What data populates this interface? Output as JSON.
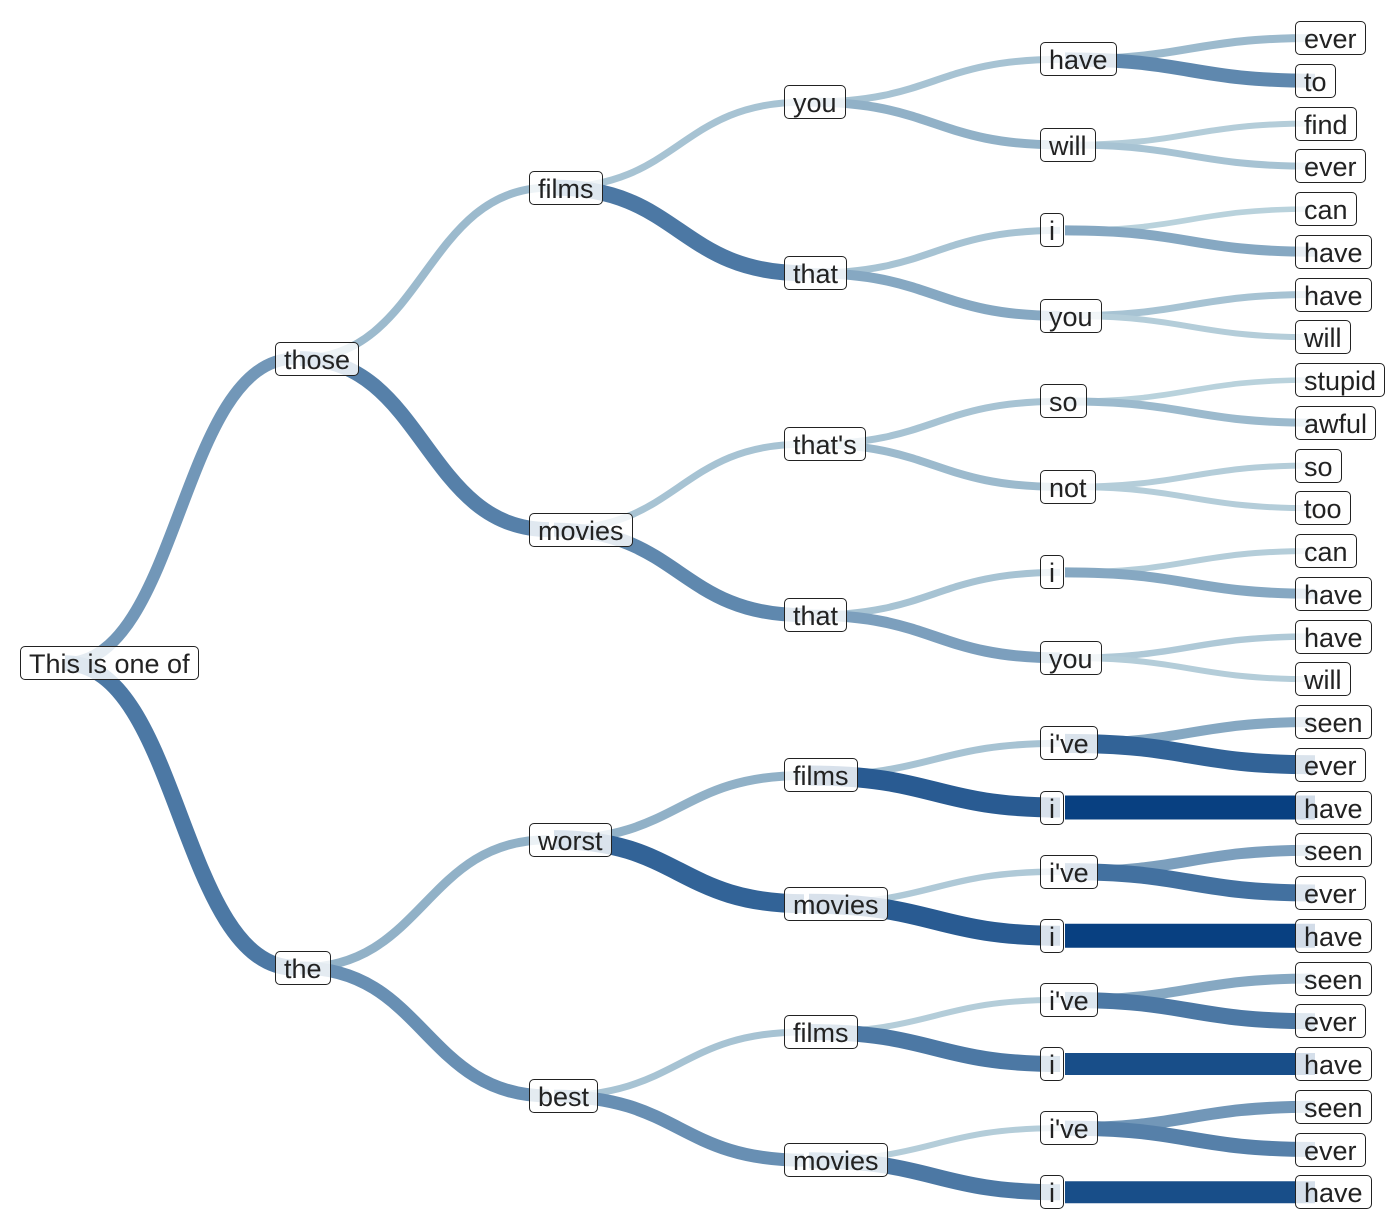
{
  "colors": {
    "low": "#d4e8ea",
    "high": "#084081",
    "text": "#222222"
  },
  "tree": {
    "label": "This is one of",
    "children": [
      {
        "label": "those",
        "w": 0.4,
        "children": [
          {
            "label": "films",
            "w": 0.2,
            "children": [
              {
                "label": "you",
                "w": 0.15,
                "children": [
                  {
                    "label": "have",
                    "w": 0.15,
                    "children": [
                      {
                        "label": "ever",
                        "w": 0.2
                      },
                      {
                        "label": "to",
                        "w": 0.5
                      }
                    ]
                  },
                  {
                    "label": "will",
                    "w": 0.25,
                    "children": [
                      {
                        "label": "find",
                        "w": 0.1
                      },
                      {
                        "label": "ever",
                        "w": 0.15
                      }
                    ]
                  }
                ]
              },
              {
                "label": "that",
                "w": 0.6,
                "children": [
                  {
                    "label": "i",
                    "w": 0.15,
                    "children": [
                      {
                        "label": "can",
                        "w": 0.08
                      },
                      {
                        "label": "have",
                        "w": 0.3
                      }
                    ]
                  },
                  {
                    "label": "you",
                    "w": 0.3,
                    "children": [
                      {
                        "label": "have",
                        "w": 0.15
                      },
                      {
                        "label": "will",
                        "w": 0.1
                      }
                    ]
                  }
                ]
              }
            ]
          },
          {
            "label": "movies",
            "w": 0.55,
            "children": [
              {
                "label": "that's",
                "w": 0.15,
                "children": [
                  {
                    "label": "so",
                    "w": 0.15,
                    "children": [
                      {
                        "label": "stupid",
                        "w": 0.08
                      },
                      {
                        "label": "awful",
                        "w": 0.2
                      }
                    ]
                  },
                  {
                    "label": "not",
                    "w": 0.2,
                    "children": [
                      {
                        "label": "so",
                        "w": 0.1
                      },
                      {
                        "label": "too",
                        "w": 0.1
                      }
                    ]
                  }
                ]
              },
              {
                "label": "that",
                "w": 0.5,
                "children": [
                  {
                    "label": "i",
                    "w": 0.15,
                    "children": [
                      {
                        "label": "can",
                        "w": 0.1
                      },
                      {
                        "label": "have",
                        "w": 0.3
                      }
                    ]
                  },
                  {
                    "label": "you",
                    "w": 0.35,
                    "children": [
                      {
                        "label": "have",
                        "w": 0.12
                      },
                      {
                        "label": "will",
                        "w": 0.1
                      }
                    ]
                  }
                ]
              }
            ]
          }
        ]
      },
      {
        "label": "the",
        "w": 0.6,
        "children": [
          {
            "label": "worst",
            "w": 0.25,
            "children": [
              {
                "label": "films",
                "w": 0.25,
                "children": [
                  {
                    "label": "i've",
                    "w": 0.15,
                    "children": [
                      {
                        "label": "seen",
                        "w": 0.3
                      },
                      {
                        "label": "ever",
                        "w": 0.75
                      }
                    ]
                  },
                  {
                    "label": "i",
                    "w": 0.8,
                    "children": [
                      {
                        "label": "have",
                        "w": 1.0
                      }
                    ]
                  }
                ]
              },
              {
                "label": "movies",
                "w": 0.75,
                "children": [
                  {
                    "label": "i've",
                    "w": 0.12,
                    "children": [
                      {
                        "label": "seen",
                        "w": 0.35
                      },
                      {
                        "label": "ever",
                        "w": 0.65
                      }
                    ]
                  },
                  {
                    "label": "i",
                    "w": 0.8,
                    "children": [
                      {
                        "label": "have",
                        "w": 1.0
                      }
                    ]
                  }
                ]
              }
            ]
          },
          {
            "label": "best",
            "w": 0.45,
            "children": [
              {
                "label": "films",
                "w": 0.15,
                "children": [
                  {
                    "label": "i've",
                    "w": 0.1,
                    "children": [
                      {
                        "label": "seen",
                        "w": 0.3
                      },
                      {
                        "label": "ever",
                        "w": 0.6
                      }
                    ]
                  },
                  {
                    "label": "i",
                    "w": 0.6,
                    "children": [
                      {
                        "label": "have",
                        "w": 0.9
                      }
                    ]
                  }
                ]
              },
              {
                "label": "movies",
                "w": 0.45,
                "children": [
                  {
                    "label": "i've",
                    "w": 0.1,
                    "children": [
                      {
                        "label": "seen",
                        "w": 0.4
                      },
                      {
                        "label": "ever",
                        "w": 0.55
                      }
                    ]
                  },
                  {
                    "label": "i",
                    "w": 0.6,
                    "children": [
                      {
                        "label": "have",
                        "w": 0.9
                      }
                    ]
                  }
                ]
              }
            ]
          }
        ]
      }
    ]
  }
}
